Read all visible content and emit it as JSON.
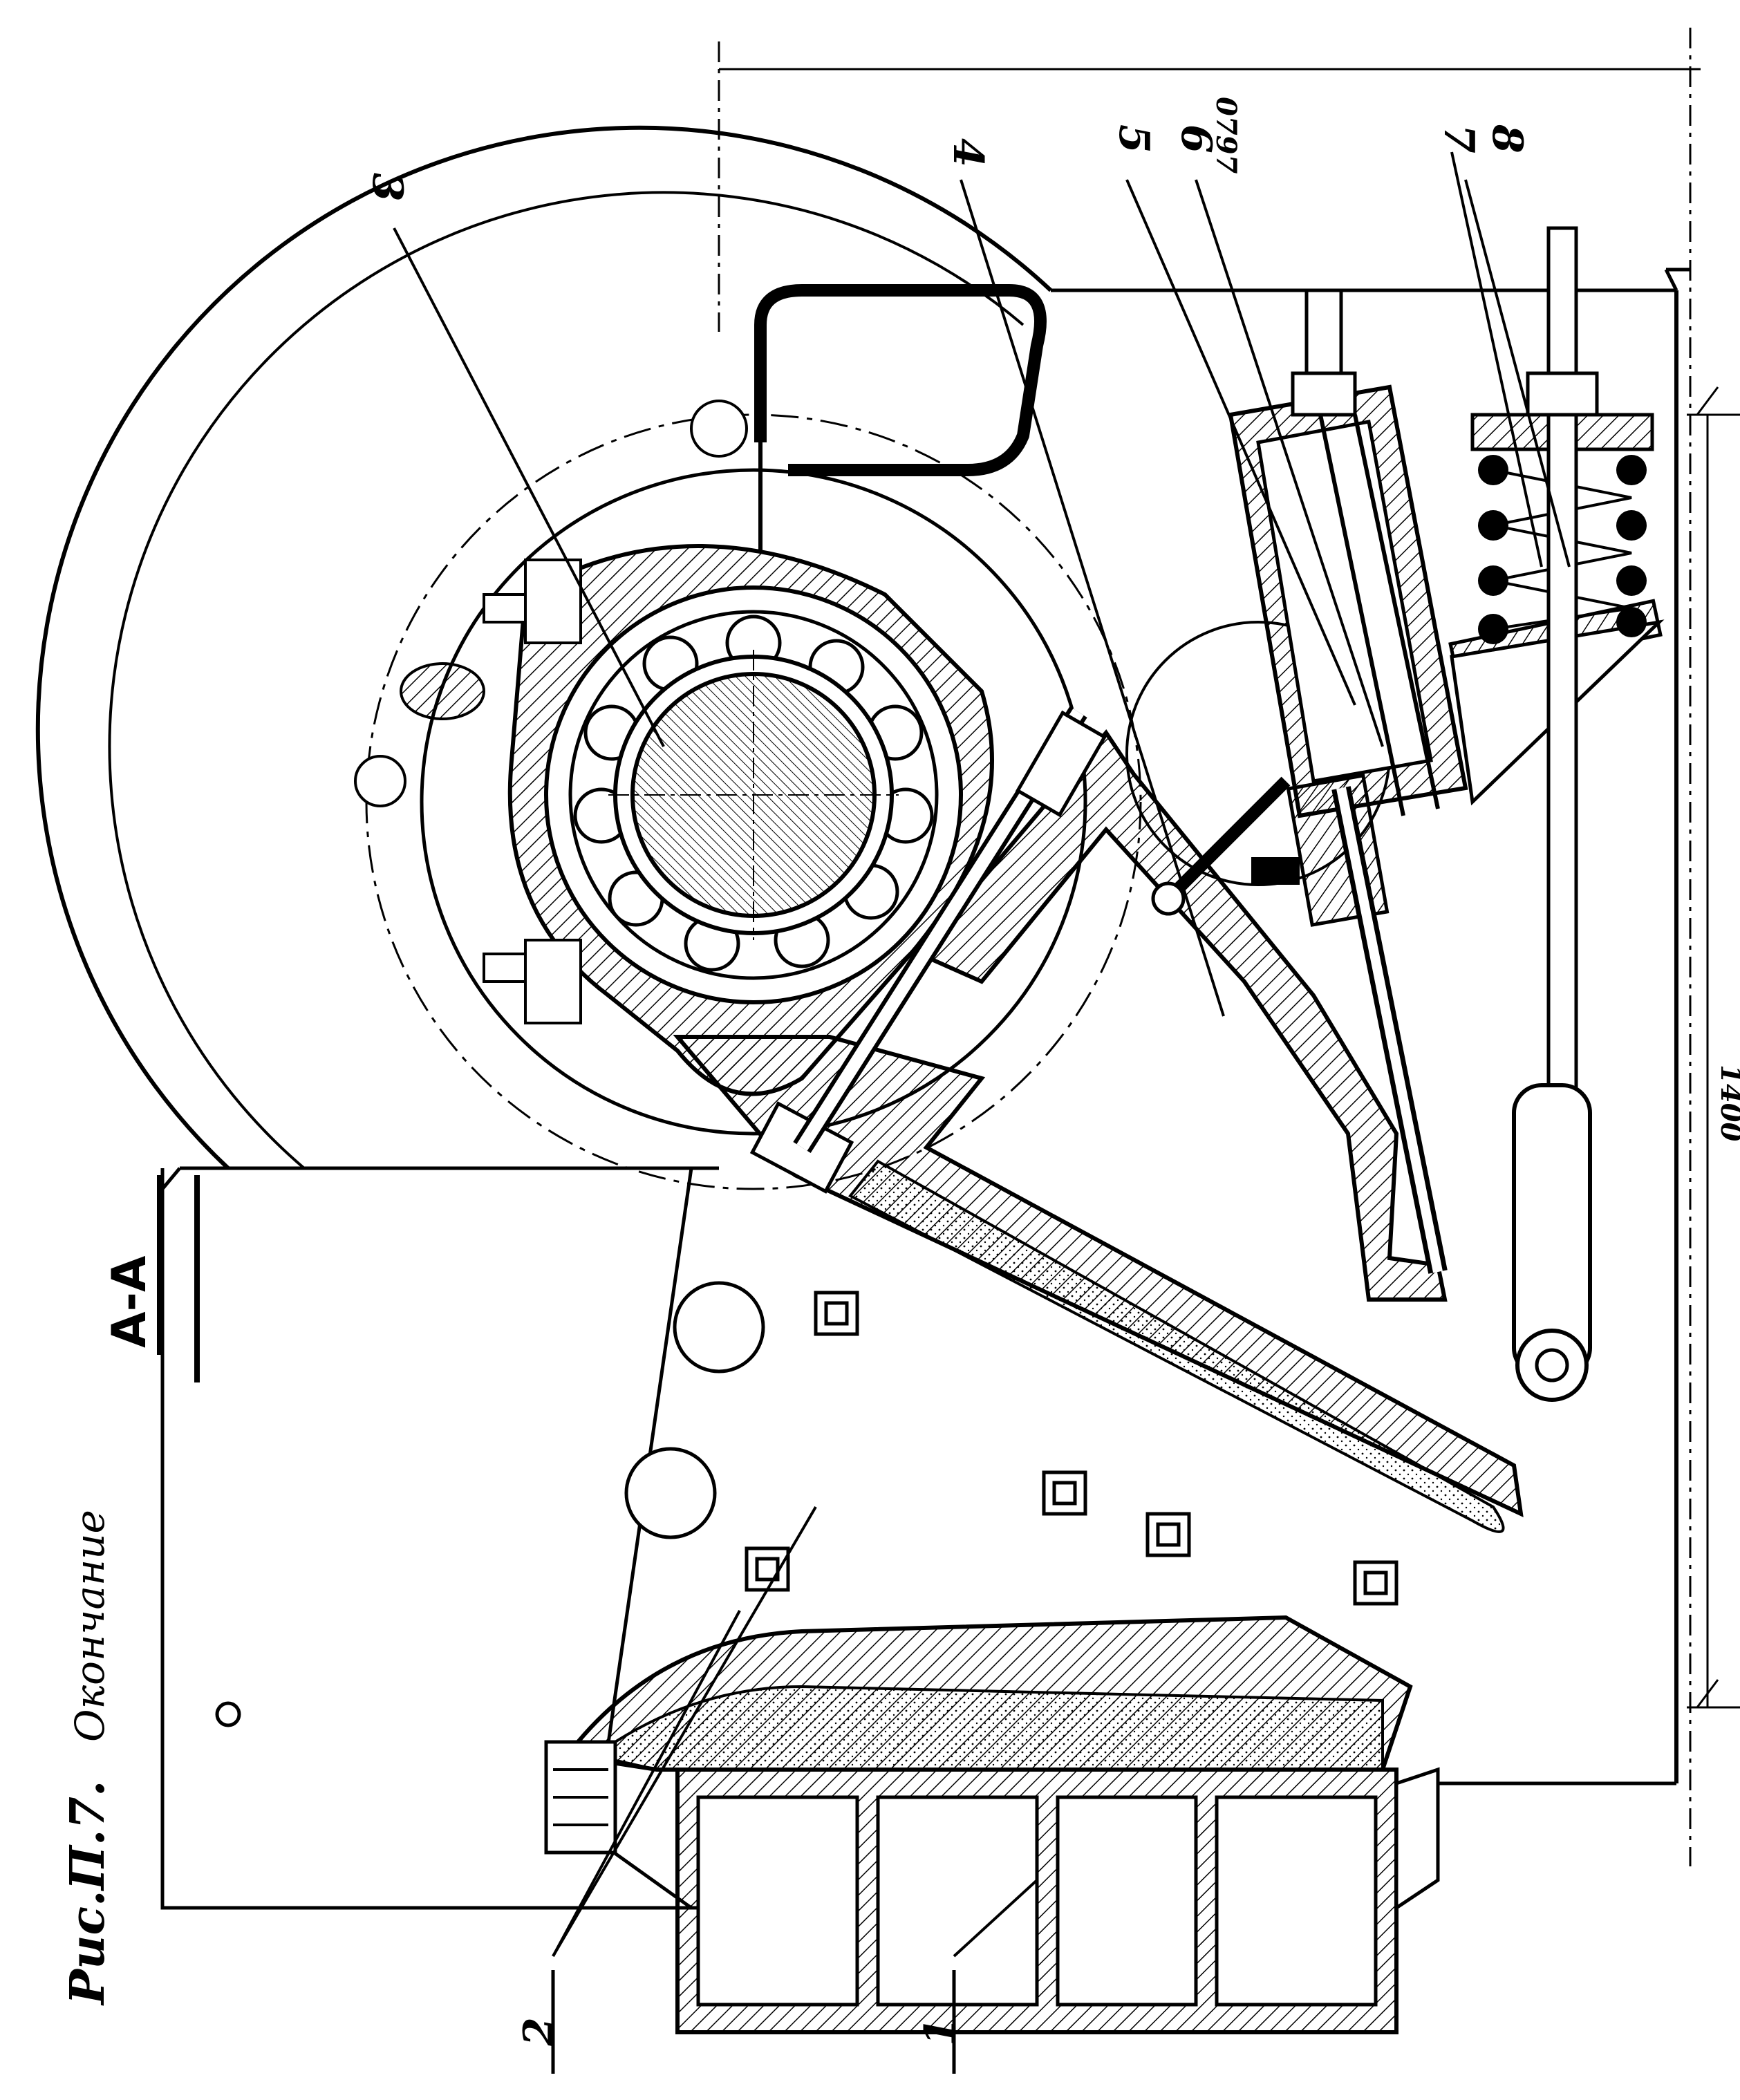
{
  "caption": {
    "figure": "Рис.П.7.",
    "subtitle": "Окончание"
  },
  "section_label": "А-А",
  "dimensions": {
    "top": "0797",
    "right": "1400"
  },
  "callouts": {
    "c1": "1",
    "c2": "2",
    "c3": "3",
    "c4": "4",
    "c5": "5",
    "c6": "6",
    "c7": "7",
    "c8": "8"
  },
  "colors": {
    "ink": "#000000",
    "paper": "#ffffff"
  }
}
